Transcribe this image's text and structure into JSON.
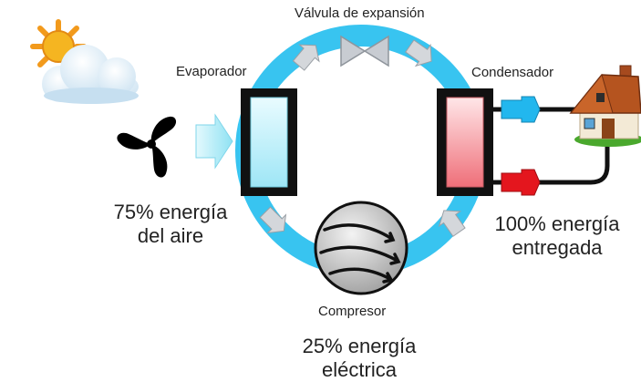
{
  "labels": {
    "valve": "Válvula de expansión",
    "evaporator": "Evaporador",
    "condenser": "Condensador",
    "compressor": "Compresor"
  },
  "energy": {
    "air_line1": "75% energía",
    "air_line2": "del aire",
    "delivered_line1": "100% energía",
    "delivered_line2": "entregada",
    "electric_line1": "25% energía",
    "electric_line2": "eléctrica"
  },
  "icons": [
    "sun-cloud-icon",
    "fan-icon",
    "air-flow-arrow-icon",
    "house-icon"
  ],
  "colors": {
    "loop": "#38c4f0",
    "evaporator_fill": "#bff0fb",
    "condenser_fill": "#f47a82",
    "cold_pipe_connector": "#22b7ee",
    "hot_pipe_connector": "#e4161e",
    "house_roof": "#a64a1e",
    "grass": "#4aa82d"
  }
}
